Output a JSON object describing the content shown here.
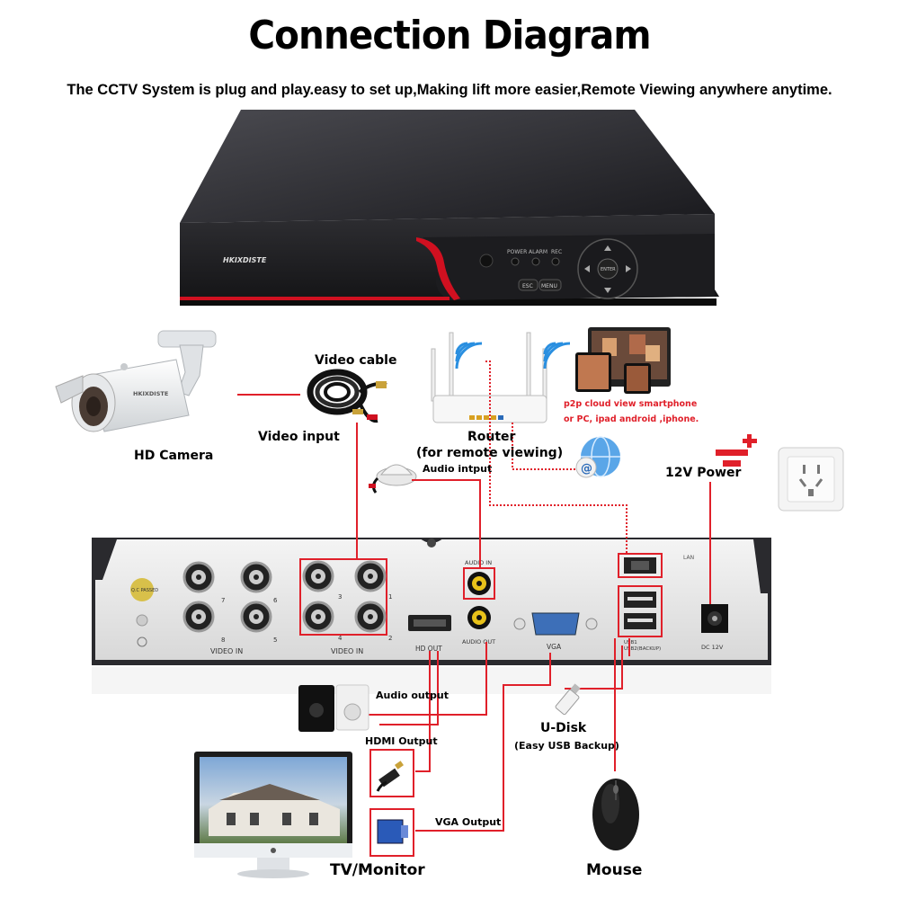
{
  "header": {
    "title": "Connection Diagram",
    "subtitle": "The CCTV System is plug and play.easy to set up,Making lift more easier,Remote Viewing anywhere anytime."
  },
  "dvr_front": {
    "brand": "HKIXDISTE",
    "indicators": [
      "POWER",
      "ALARM",
      "REC"
    ],
    "buttons": [
      "ESC",
      "MENU"
    ],
    "nav_center": "ENTER"
  },
  "camera": {
    "label": "HD Camera",
    "brand": "HKIXDISTE"
  },
  "video_cable": {
    "label": "Video cable",
    "input_label": "Video input"
  },
  "router": {
    "label_line1": "Router",
    "label_line2": "(for remote viewing)"
  },
  "p2p": {
    "line1": "p2p cloud  view smartphone",
    "line2": "or PC, ipad android ,iphone."
  },
  "power": {
    "label": "12V Power"
  },
  "audio_input": {
    "label": "Audio intput"
  },
  "dvr_back": {
    "video_in_left_numbers": [
      "7",
      "6",
      "8",
      "5"
    ],
    "video_in_right_numbers": [
      "3",
      "1",
      "4",
      "2"
    ],
    "video_in_label": "VIDEO IN",
    "audio_in": "AUDIO IN",
    "audio_out": "AUDIO OUT",
    "hd_out": "HD OUT",
    "vga": "VGA",
    "lan": "LAN",
    "usb1": "USB1",
    "usb2": "USB2(BACKUP)",
    "dc": "DC 12V",
    "qc": "Q.C PASSED"
  },
  "outputs": {
    "audio_output": "Audio output",
    "hdmi_output": "HDMI Output",
    "vga_output": "VGA Output",
    "tv_monitor": "TV/Monitor",
    "udisk": "U-Disk",
    "udisk_sub": "(Easy USB Backup)",
    "mouse": "Mouse"
  },
  "colors": {
    "wire": "#e0202a",
    "dvr_body": "#2a2a2e",
    "panel": "#e8e8e8",
    "accent_red": "#d01020"
  }
}
